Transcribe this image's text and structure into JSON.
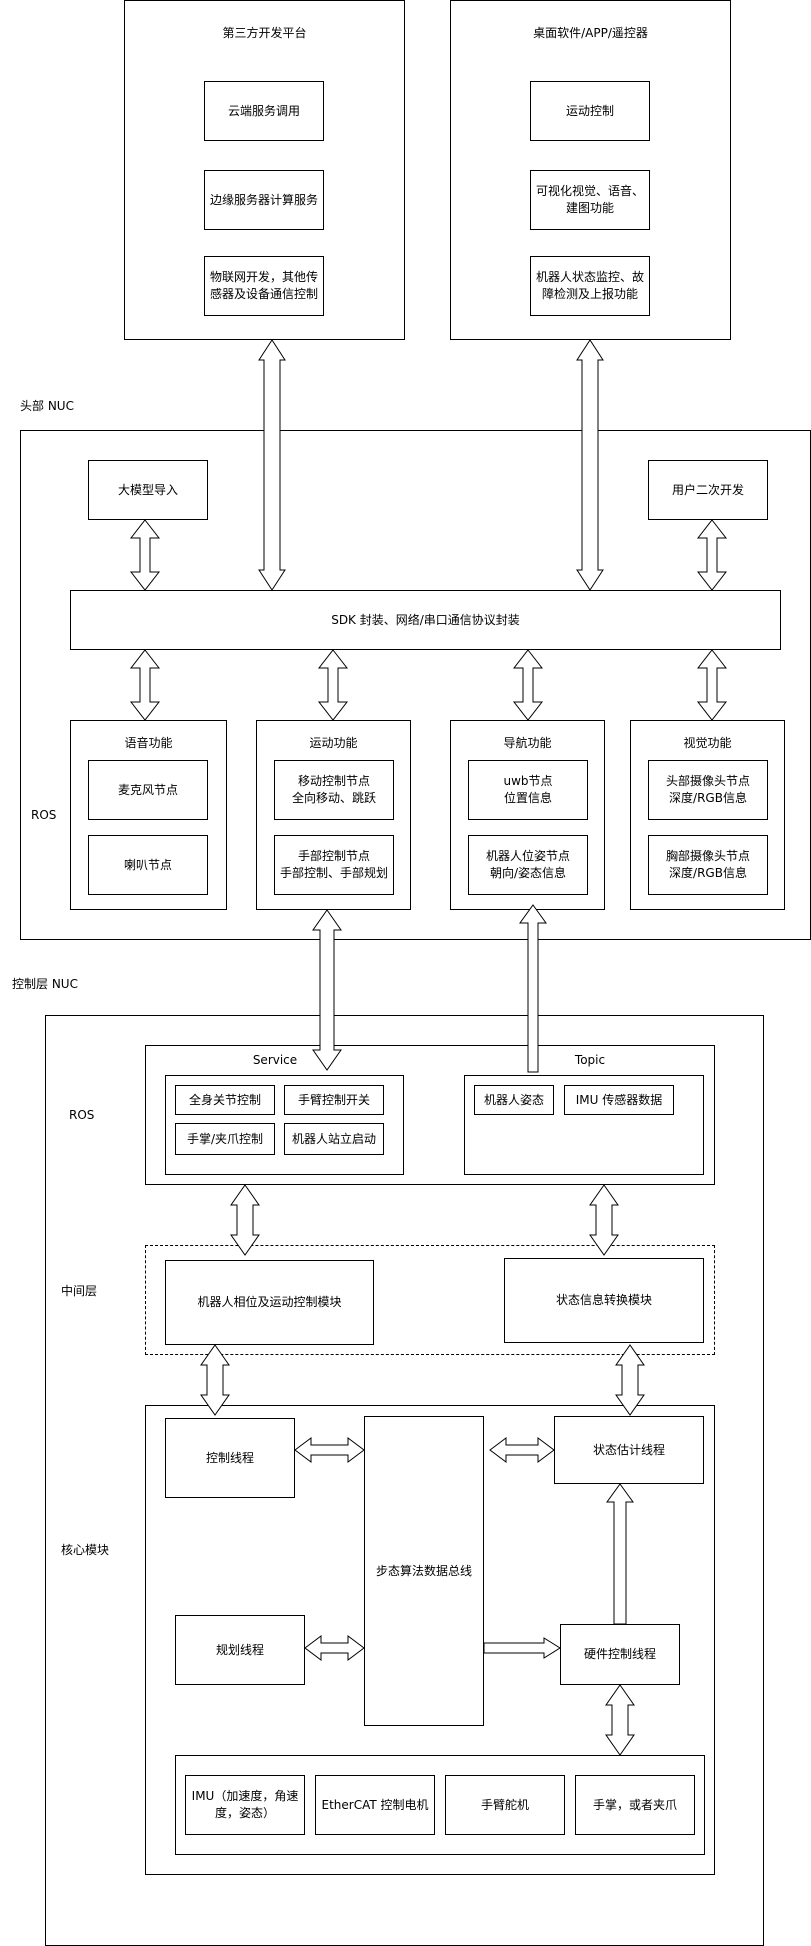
{
  "third_party": {
    "title": "第三方开发平台",
    "items": [
      "云端服务调用",
      "边缘服务器计算服务",
      "物联网开发，其他传\n感器及设备通信控制"
    ]
  },
  "desktop": {
    "title": "桌面软件/APP/遥控器",
    "items": [
      "运动控制",
      "可视化视觉、语音、\n建图功能",
      "机器人状态监控、故\n障检测及上报功能"
    ]
  },
  "head_nuc": {
    "label": "头部 NUC",
    "ros_label": "ROS",
    "llm_import": "大模型导入",
    "user_dev": "用户二次开发",
    "sdk": "SDK 封装、网络/串口通信协议封装",
    "voice": {
      "title": "语音功能",
      "items": [
        "麦克风节点",
        "喇叭节点"
      ]
    },
    "motion": {
      "title": "运动功能",
      "items": [
        "移动控制节点\n全向移动、跳跃",
        "手部控制节点\n手部控制、手部规划"
      ]
    },
    "nav": {
      "title": "导航功能",
      "items": [
        "uwb节点\n位置信息",
        "机器人位姿节点\n朝向/姿态信息"
      ]
    },
    "vision": {
      "title": "视觉功能",
      "items": [
        "头部摄像头节点\n深度/RGB信息",
        "胸部摄像头节点\n深度/RGB信息"
      ]
    }
  },
  "control_nuc": {
    "label": "控制层 NUC",
    "ros_label": "ROS",
    "service": {
      "title": "Service",
      "items": [
        "全身关节控制",
        "手臂控制开关",
        "手掌/夹爪控制",
        "机器人站立启动"
      ]
    },
    "topic": {
      "title": "Topic",
      "items": [
        "机器人姿态",
        "IMU 传感器数据"
      ]
    },
    "middle_label": "中间层",
    "phase_motion_module": "机器人相位及运动控制模块",
    "state_convert_module": "状态信息转换模块",
    "core_label": "核心模块",
    "control_thread": "控制线程",
    "state_est_thread": "状态估计线程",
    "gait_bus": "步态算法数据总线",
    "plan_thread": "规划线程",
    "hw_thread": "硬件控制线程",
    "hardware": [
      "IMU（加速度，角速\n度，姿态）",
      "EtherCAT 控制电机",
      "手臂舵机",
      "手掌，或者夹爪"
    ]
  }
}
